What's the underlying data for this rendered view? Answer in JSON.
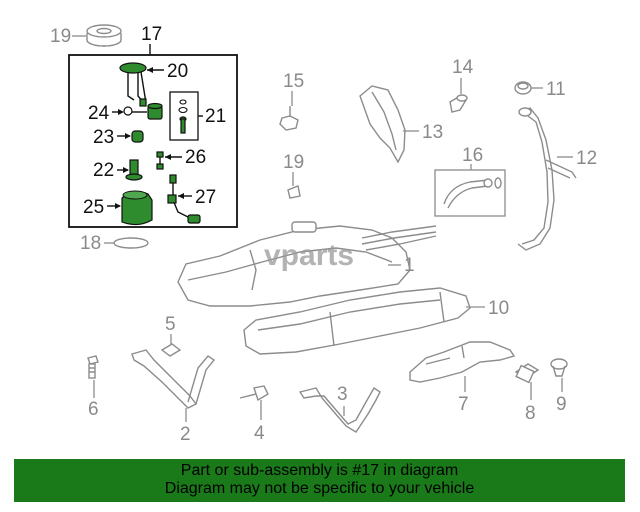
{
  "labels": {
    "l1": "1",
    "l2": "2",
    "l3": "3",
    "l4": "4",
    "l5": "5",
    "l6": "6",
    "l7": "7",
    "l8": "8",
    "l9": "9",
    "l10": "10",
    "l11": "11",
    "l12": "12",
    "l13": "13",
    "l14": "14",
    "l15": "15",
    "l16": "16",
    "l17": "17",
    "l18": "18",
    "l19a": "19",
    "l19b": "19",
    "l20": "20",
    "l21": "21",
    "l22": "22",
    "l23": "23",
    "l24": "24",
    "l25": "25",
    "l26": "26",
    "l27": "27"
  },
  "watermark": "vparts",
  "footer": {
    "line1": "Part or sub-assembly is #17 in diagram",
    "line2": "Diagram may not be specific to your vehicle"
  },
  "colors": {
    "highlight_green": "#2e8b2e",
    "footer_bg": "#1a7a1a",
    "part_gray": "#8c8c8c"
  }
}
